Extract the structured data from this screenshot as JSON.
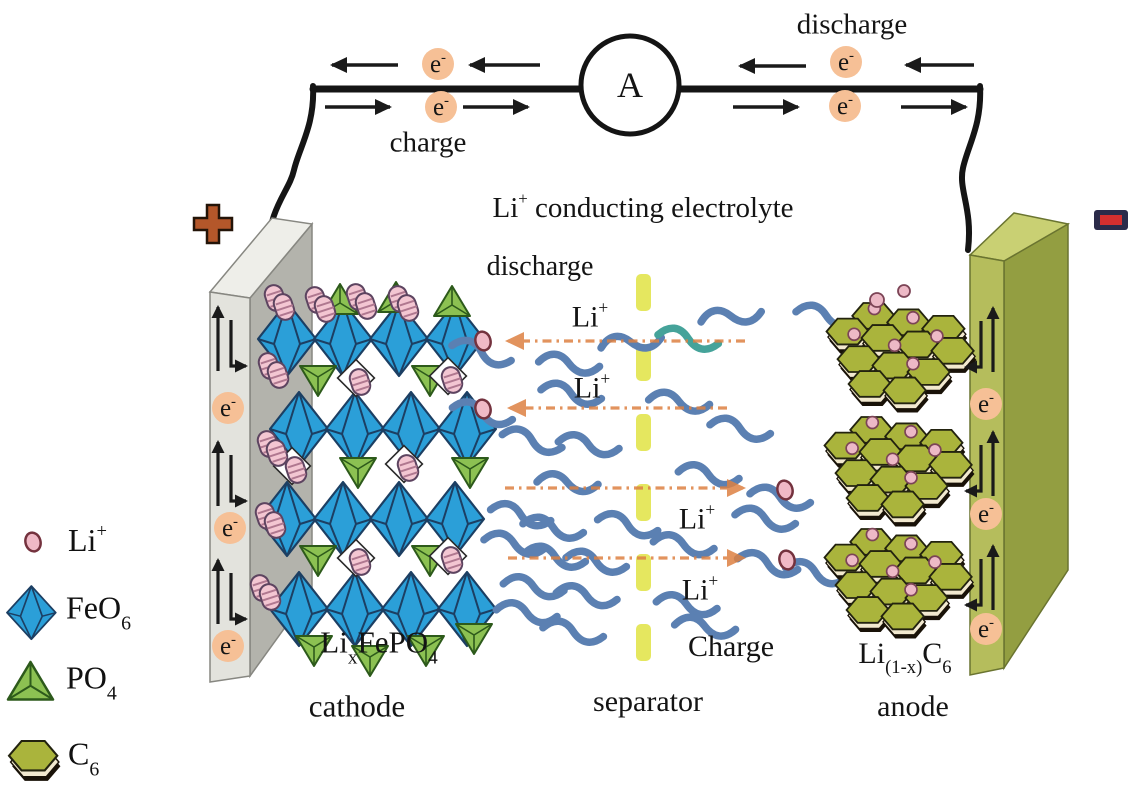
{
  "circuit": {
    "ammeter_label": "A",
    "discharge_label": "discharge",
    "charge_label": "charge",
    "electron": {
      "base": "e",
      "sup": "-"
    }
  },
  "electrolyte": {
    "heading": {
      "li": "Li",
      "li_sup": "+",
      "rest": " conducting electrolyte"
    },
    "discharge_label": "discharge",
    "charge_label": "Charge",
    "li_ion": {
      "base": "Li",
      "sup": "+"
    }
  },
  "separator": {
    "label": "separator"
  },
  "cathode": {
    "polarity": "+",
    "formula": {
      "p1": "Li",
      "sub1": "x",
      "p2": "FePO",
      "sub2": "4"
    },
    "name": "cathode"
  },
  "anode": {
    "polarity": "-",
    "formula": {
      "p1": "Li",
      "sub1": "(1-x)",
      "p2": "C",
      "sub2": "6"
    },
    "name": "anode"
  },
  "legend": {
    "items": [
      {
        "id": "li-ion",
        "base": "Li",
        "script": "+"
      },
      {
        "id": "feo6-octahedron",
        "base": "FeO",
        "script": "6"
      },
      {
        "id": "po4-tetrahedron",
        "base": "PO",
        "script": "4"
      },
      {
        "id": "c6-graphite",
        "base": "C",
        "script": "6"
      }
    ]
  },
  "colors": {
    "octahedron_blue": "#2b9fd8",
    "tetrahedron_green": "#8cc152",
    "li_pink": "#f0b9c6",
    "graphite_olive": "#aab43c",
    "separator_yellow": "#e5e75f",
    "ion_path_orange": "#dd8142",
    "electron_peach": "#f6c096",
    "anode_slab": "#b5bd5c",
    "cathode_slab": "#e3e3dd",
    "positive_terminal": "#b4572a",
    "negative_terminal": "#d13434"
  }
}
